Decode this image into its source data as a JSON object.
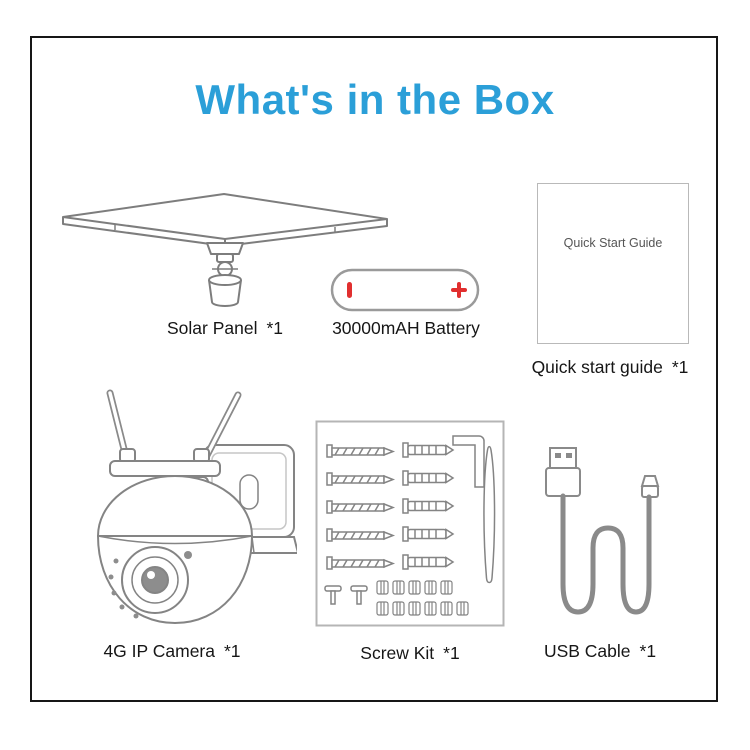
{
  "title": "What's in the Box",
  "items": {
    "solar_panel": {
      "label": "Solar Panel",
      "qty": "*1"
    },
    "battery": {
      "label": "30000mAH Battery"
    },
    "guide": {
      "card_text": "Quick Start Guide",
      "label": "Quick start guide",
      "qty": "*1"
    },
    "camera": {
      "label": "4G IP Camera",
      "qty": "*1"
    },
    "screw_kit": {
      "label": "Screw Kit",
      "qty": "*1"
    },
    "usb_cable": {
      "label": "USB Cable",
      "qty": "*1"
    }
  },
  "colors": {
    "title_blue": "#2B9FD8",
    "terminal_red": "#E12F2F",
    "line_gray": "#848484"
  }
}
